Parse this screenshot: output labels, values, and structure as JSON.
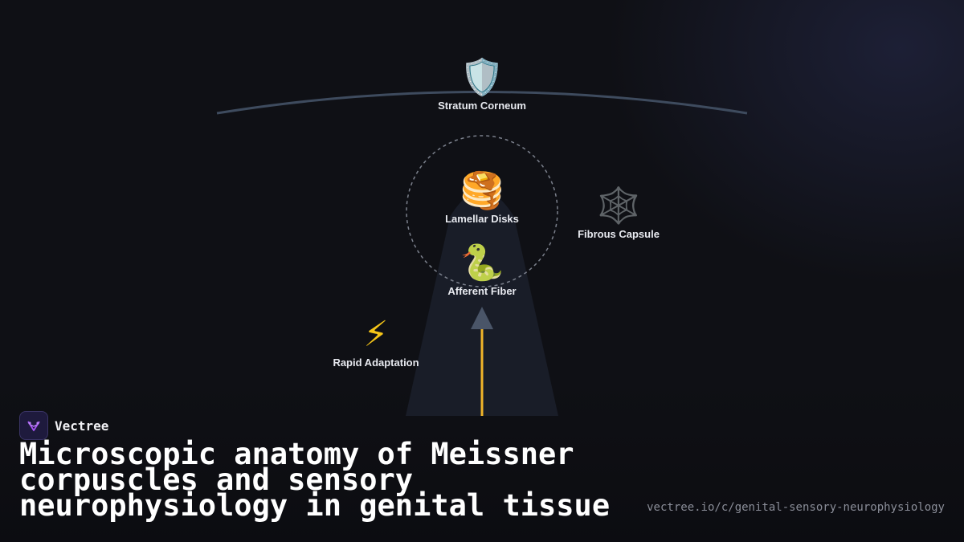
{
  "diagram": {
    "nodes": {
      "stratum": {
        "icon": "shield-icon",
        "emoji": "🛡️",
        "label": "Stratum Corneum"
      },
      "lamellar": {
        "icon": "pancakes-icon",
        "emoji": "🥞",
        "label": "Lamellar Disks"
      },
      "capsule": {
        "icon": "spider-web-icon",
        "emoji": "🕸️",
        "label": "Fibrous Capsule"
      },
      "afferent": {
        "icon": "snake-icon",
        "emoji": "🐍",
        "label": "Afferent Fiber"
      },
      "rapid": {
        "icon": "lightning-icon",
        "emoji": "⚡",
        "label": "Rapid Adaptation"
      }
    },
    "colors": {
      "skin_line": "#3e4b5e",
      "cone_fill": "#191d28",
      "circle_stroke": "#7b808c",
      "arrow_head": "#4a5568",
      "arrow_shaft": "#f0b429"
    }
  },
  "brand": {
    "name": "Vectree",
    "logo_icon": "vectree-logo-icon",
    "logo_color": "#a855f7"
  },
  "title": "Microscopic anatomy of Meissner corpuscles and sensory neurophysiology in genital tissue",
  "url": "vectree.io/c/genital-sensory-neurophysiology"
}
